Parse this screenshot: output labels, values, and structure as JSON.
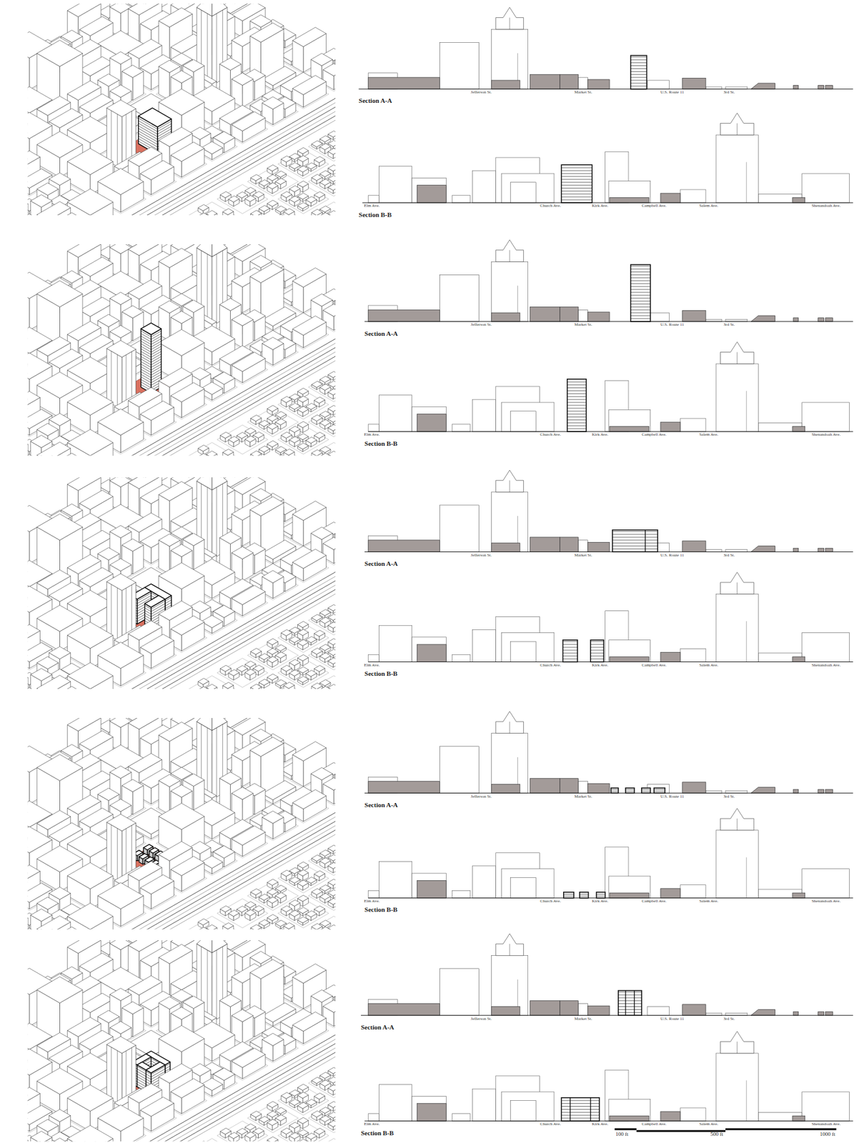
{
  "diagram": {
    "labels": [
      "Jefferson St.",
      "Market St.",
      "U.S. Route 11",
      "3rd St.",
      "Section A-A",
      "Elm Ave.",
      "Church Ave.",
      "Kirk Ave.",
      "Campbell Ave.",
      "Salem Ave.",
      "Shenandoah Ave.",
      "Section B-B",
      "Jefferson St.",
      "Market St.",
      "U.S. Route 11",
      "3rd St.",
      "Section A-A",
      "Elm Ave.",
      "Church Ave.",
      "Kirk Ave.",
      "Campbell Ave.",
      "Salem Ave.",
      "Shenandoah Ave.",
      "Section B-B",
      "Jefferson St.",
      "Market St.",
      "U.S. Route 11",
      "3rd St.",
      "Section A-A",
      "Elm Ave.",
      "Church Ave.",
      "Kirk Ave.",
      "Campbell Ave.",
      "Salem Ave.",
      "Shenandoah Ave.",
      "Section B-B",
      "Jefferson St.",
      "Market St.",
      "U.S. Route 11",
      "3rd St.",
      "Section A-A",
      "Elm Ave.",
      "Church Ave.",
      "Kirk Ave.",
      "Campbell Ave.",
      "Salem Ave.",
      "Shenandoah Ave.",
      "Section B-B",
      "Jefferson St.",
      "Market St.",
      "U.S. Route 11",
      "3rd St.",
      "Section A-A",
      "Elm Ave.",
      "Church Ave.",
      "Kirk Ave.",
      "Campbell Ave.",
      "Salem Ave.",
      "Shenandoah Ave.",
      "Section B-B",
      "100 ft",
      "500 ft",
      "1000 ft"
    ]
  }
}
